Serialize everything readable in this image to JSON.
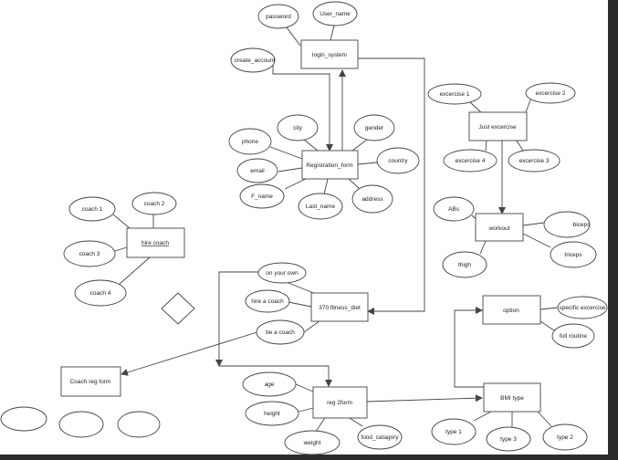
{
  "colors": {
    "background": "#2b2b2b",
    "canvas": "#ffffff",
    "stroke": "#444444",
    "text": "#222222"
  },
  "entities": {
    "login_system": "login_system",
    "registration_form": "Registration_form",
    "just_excercise": "Just excercise",
    "workout": "workout",
    "hire_coach": "hire coach",
    "fitness_diet": "370 fitness_diet",
    "coach_reg_form": "Coach reg form",
    "option": "option",
    "reg_form": "reg 2form",
    "bmi_type": "BMI type"
  },
  "attributes": {
    "password": "password",
    "user_name": "User_name",
    "create_account": "create_account",
    "city": "city",
    "gender": "gender",
    "phone": "phone",
    "country": "country",
    "email": "email",
    "f_name": "F_name",
    "last_name": "Last_name",
    "address": "address",
    "excercise_1": "excercise 1",
    "excercise_2": "excercise 2",
    "excercise_4": "excercise 4",
    "excercise_3": "excercise 3",
    "abs": "ABs",
    "biceps": "biceps",
    "thigh": "thigh",
    "triceps": "triceps",
    "coach_1": "coach 1",
    "coach_2": "coach 2",
    "coach_3": "coach 3",
    "coach_4": "coach 4",
    "on_your_own": "on your own",
    "hire_a_coach": "hire a coach",
    "be_a_coach": "be a coach",
    "specific_excercise": "specific excercise",
    "full_routine": "full routine",
    "age": "age",
    "height": "height",
    "weight": "weight",
    "food_catagory": "food_catagory",
    "type_1": "type 1",
    "type_3": "type 3",
    "type_2": "type 2"
  },
  "blank_ellipses": [
    "",
    "",
    ""
  ]
}
